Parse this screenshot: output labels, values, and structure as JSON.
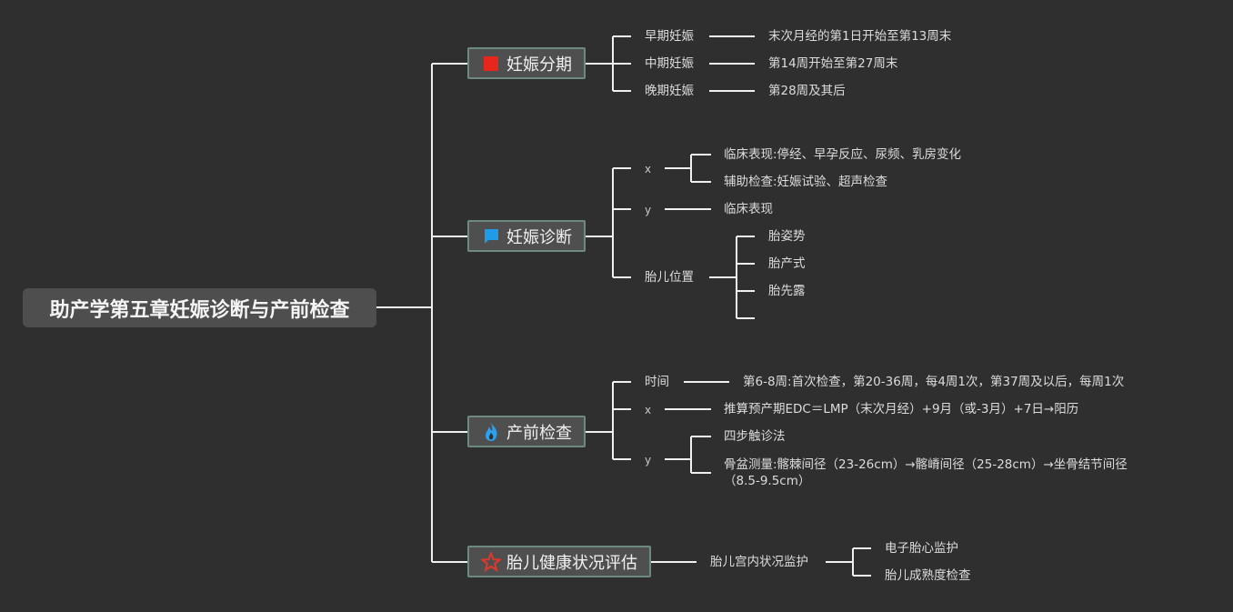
{
  "root": "助产学第五章妊娠诊断与产前检查",
  "branches": [
    {
      "title": "妊娠分期",
      "icon": "red-square-icon",
      "children": [
        {
          "label": "早期妊娠",
          "detail": "末次月经的第1日开始至第13周末"
        },
        {
          "label": "中期妊娠",
          "detail": "第14周开始至第27周末"
        },
        {
          "label": "晚期妊娠",
          "detail": "第28周及其后"
        }
      ]
    },
    {
      "title": "妊娠诊断",
      "icon": "blue-flag-icon",
      "children": [
        {
          "label": "x",
          "items": [
            "临床表现:停经、早孕反应、尿频、乳房变化",
            "辅助检查:妊娠试验、超声检查"
          ]
        },
        {
          "label": "y",
          "items": [
            "临床表现"
          ]
        },
        {
          "label": "胎儿位置",
          "items": [
            "胎姿势",
            "胎产式",
            "胎先露",
            ""
          ]
        }
      ]
    },
    {
      "title": "产前检查",
      "icon": "blue-flame-icon",
      "children": [
        {
          "label": "时间",
          "items": [
            "第6-8周:首次检查，第20-36周，每4周1次，第37周及以后，每周1次"
          ]
        },
        {
          "label": "x",
          "items": [
            "推算预产期EDC＝LMP（末次月经）+9月（或-3月）+7日→阳历"
          ]
        },
        {
          "label": "y",
          "items": [
            "四步触诊法",
            "骨盆测量:髂棘间径（23-26cm）→髂嵴间径（25-28cm）→坐骨结节间径（8.5-9.5cm）"
          ]
        }
      ]
    },
    {
      "title": "胎儿健康状况评估",
      "icon": "red-star-icon",
      "children": [
        {
          "label": "胎儿宫内状况监护",
          "items": [
            "电子胎心监护",
            "胎儿成熟度检查"
          ]
        }
      ]
    }
  ]
}
